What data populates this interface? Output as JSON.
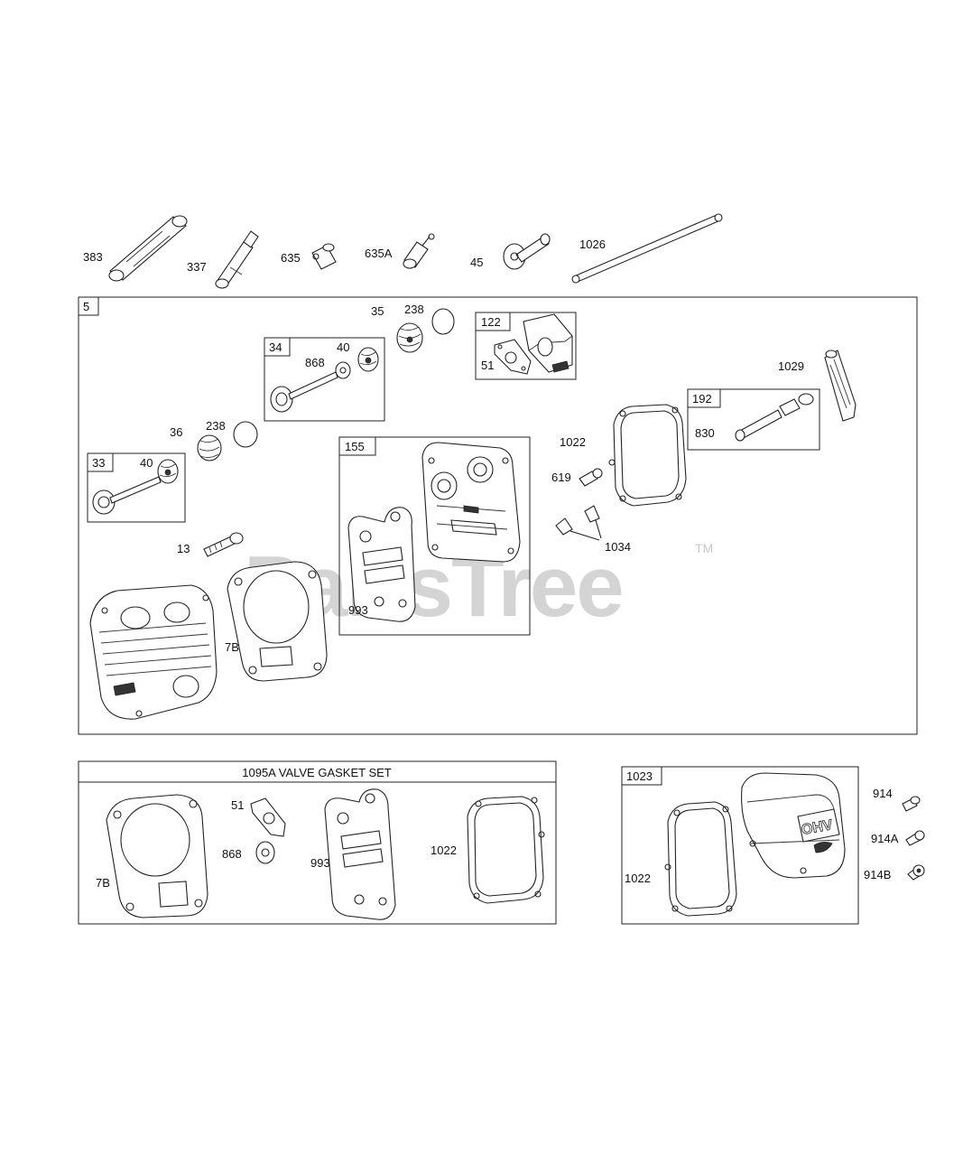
{
  "watermark": {
    "text": "PartsTree",
    "trademark": "TM"
  },
  "top_row": {
    "labels": [
      "383",
      "337",
      "635",
      "635A",
      "45",
      "1026"
    ]
  },
  "main_group": {
    "number": "5",
    "labels": {
      "p35": "35",
      "p238a": "238",
      "p122": "122",
      "p51": "51",
      "p34": "34",
      "p40a": "40",
      "p868": "868",
      "p1029": "1029",
      "p192": "192",
      "p830": "830",
      "p36": "36",
      "p238b": "238",
      "p155": "155",
      "p1022": "1022",
      "p619": "619",
      "p33": "33",
      "p40b": "40",
      "p13": "13",
      "p1034": "1034",
      "p993": "993",
      "p7B": "7B"
    }
  },
  "gasket_set": {
    "title": "1095A VALVE GASKET SET",
    "labels": {
      "p51": "51",
      "p868": "868",
      "p993": "993",
      "p1022": "1022",
      "p7B": "7B"
    }
  },
  "cover_group": {
    "number": "1023",
    "labels": {
      "p1022": "1022",
      "p914": "914",
      "p914A": "914A",
      "p914B": "914B"
    },
    "cover_marking": "OHV"
  }
}
